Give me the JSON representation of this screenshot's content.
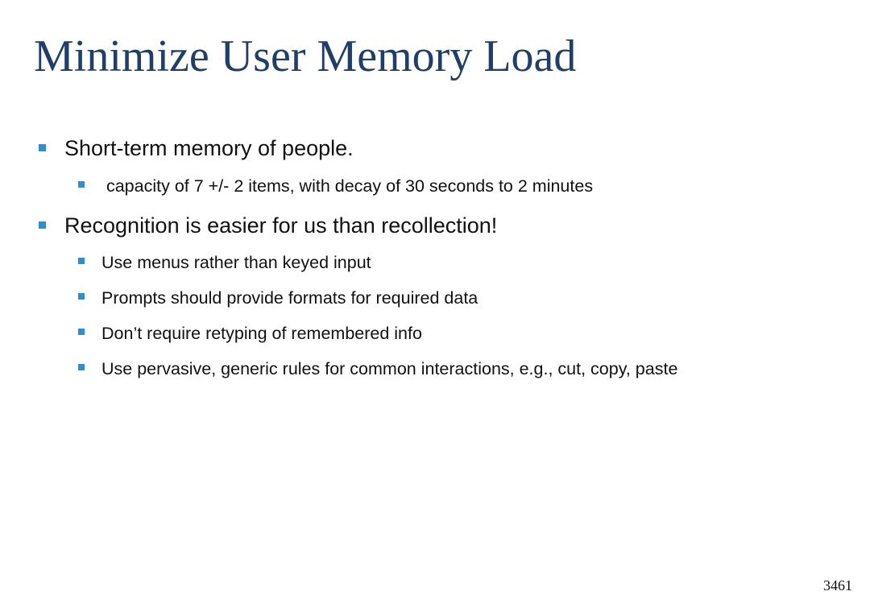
{
  "slide": {
    "title": "Minimize User Memory Load",
    "bullets": [
      {
        "text": "Short-term memory of people.",
        "sub": [
          " capacity of 7 +/- 2 items, with decay of 30 seconds to 2 minutes"
        ]
      },
      {
        "text": "Recognition is easier for us than recollection!",
        "sub": [
          "Use menus rather than keyed input",
          "Prompts should provide formats for required data",
          "Don’t require retyping of remembered info",
          "Use pervasive, generic rules for common interactions, e.g., cut, copy, paste"
        ]
      }
    ],
    "page_number": "3461",
    "colors": {
      "title": "#1f3f6b",
      "bullet_marker": "#2a8fd6",
      "text": "#111111"
    }
  }
}
